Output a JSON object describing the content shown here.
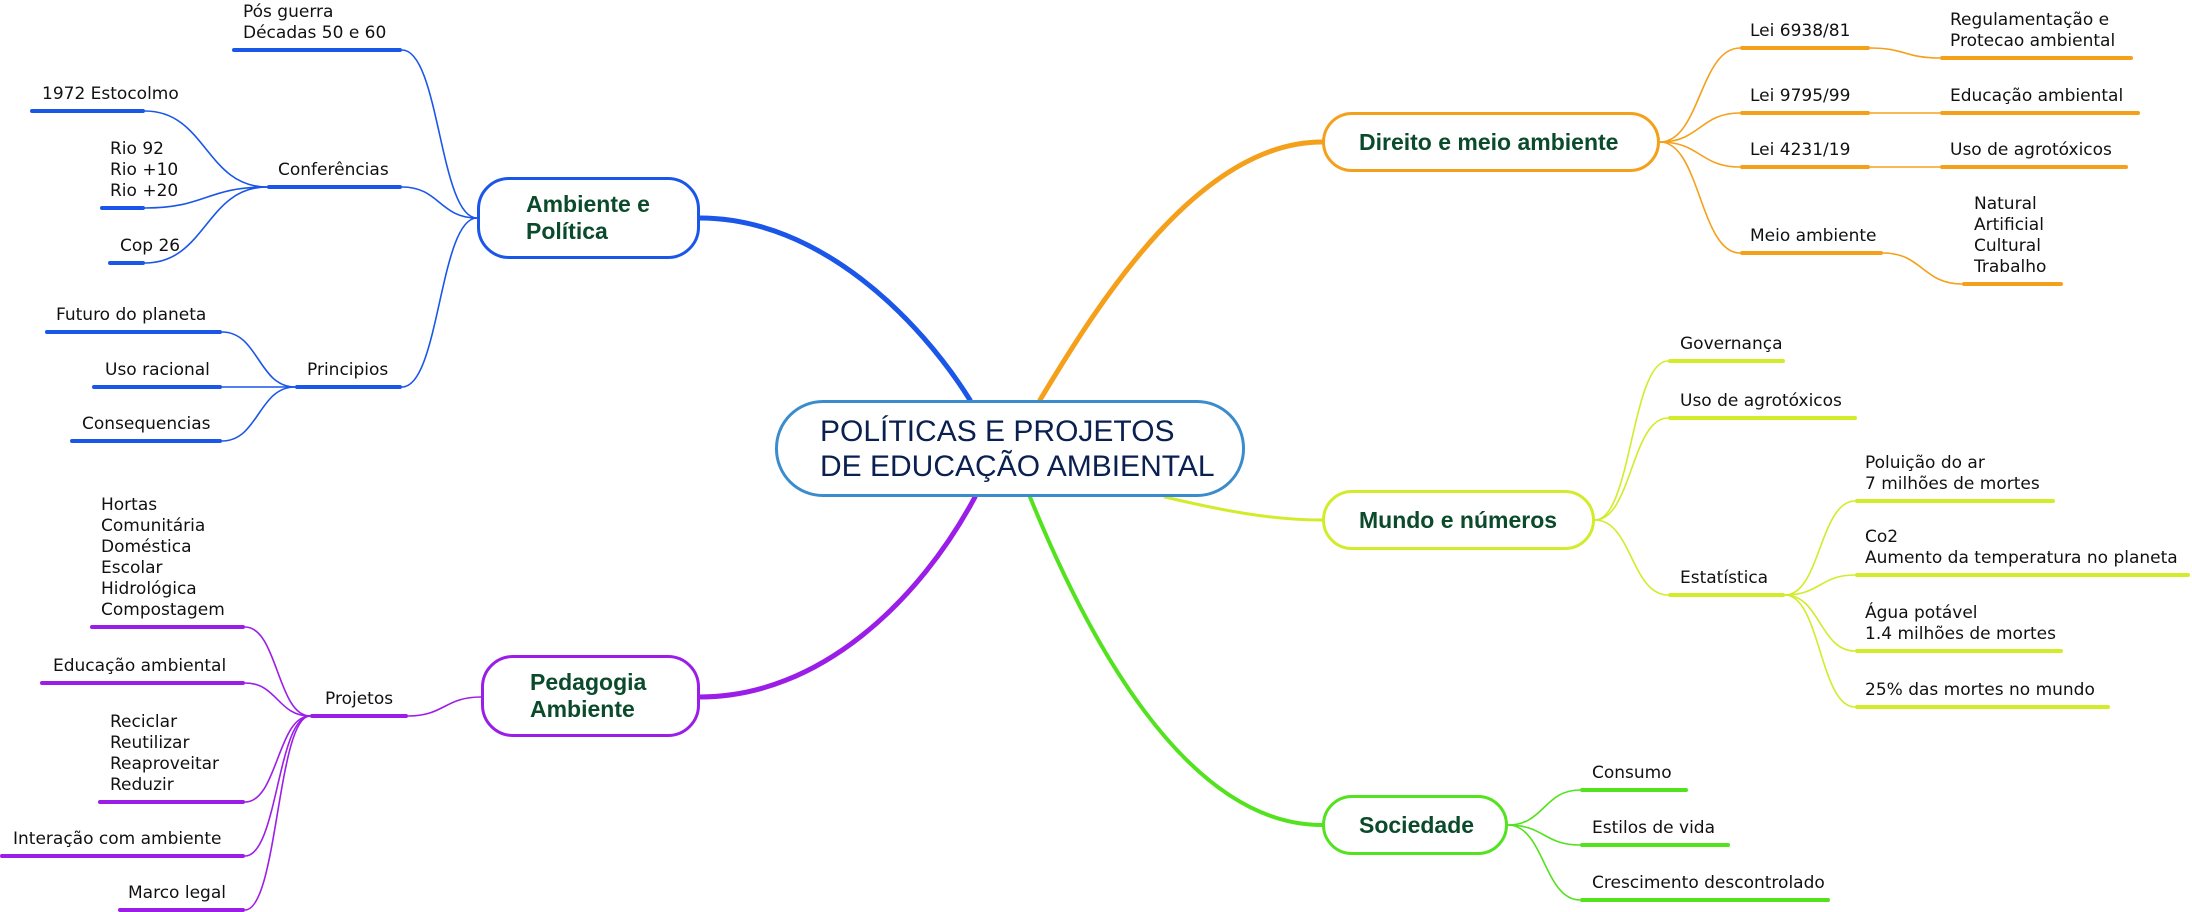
{
  "central": "POLÍTICAS E PROJETOS\nDE EDUCAÇÃO AMBIENTAL",
  "colors": {
    "blue": "#1a56e8",
    "purple": "#9b1ee8",
    "orange": "#f5a01a",
    "yellow_green": "#d2ec2a",
    "green": "#52e21e",
    "center_border": "#3a8ccc"
  },
  "ambiente_politica": {
    "label": "Ambiente e\nPolítica",
    "pos_guerra": "Pós guerra\nDécadas 50 e 60",
    "conferencias": {
      "label": "Conferências",
      "items": [
        "1972 Estocolmo",
        "Rio 92\nRio +10\nRio +20",
        "Cop 26"
      ]
    },
    "principios": {
      "label": "Principios",
      "items": [
        "Futuro do planeta",
        "Uso racional",
        "Consequencias"
      ]
    }
  },
  "pedagogia": {
    "label": "Pedagogia\nAmbiente",
    "projetos": {
      "label": "Projetos",
      "items": [
        "Hortas\nComunitária\nDoméstica\nEscolar\nHidrológica\nCompostagem",
        "Educação ambiental",
        "Reciclar\nReutilizar\nReaproveitar\nReduzir",
        "Interação com ambiente",
        "Marco legal"
      ]
    }
  },
  "direito": {
    "label": "Direito e meio ambiente",
    "items": [
      {
        "label": "Lei 6938/81",
        "child": "Regulamentação e\nProtecao ambiental"
      },
      {
        "label": "Lei 9795/99",
        "child": "Educação ambiental"
      },
      {
        "label": "Lei 4231/19",
        "child": "Uso de agrotóxicos"
      },
      {
        "label": "Meio ambiente",
        "child": "Natural\nArtificial\nCultural\nTrabalho"
      }
    ]
  },
  "mundo": {
    "label": "Mundo e números",
    "items": [
      "Governança",
      "Uso de agrotóxicos"
    ],
    "estatistica": {
      "label": "Estatística",
      "items": [
        "Poluição do ar\n7 milhões de mortes",
        "Co2\nAumento da temperatura no planeta",
        "Água potável\n1.4 milhões de mortes",
        "25% das mortes no mundo"
      ]
    }
  },
  "sociedade": {
    "label": "Sociedade",
    "items": [
      "Consumo",
      "Estilos de vida",
      "Crescimento descontrolado"
    ]
  }
}
